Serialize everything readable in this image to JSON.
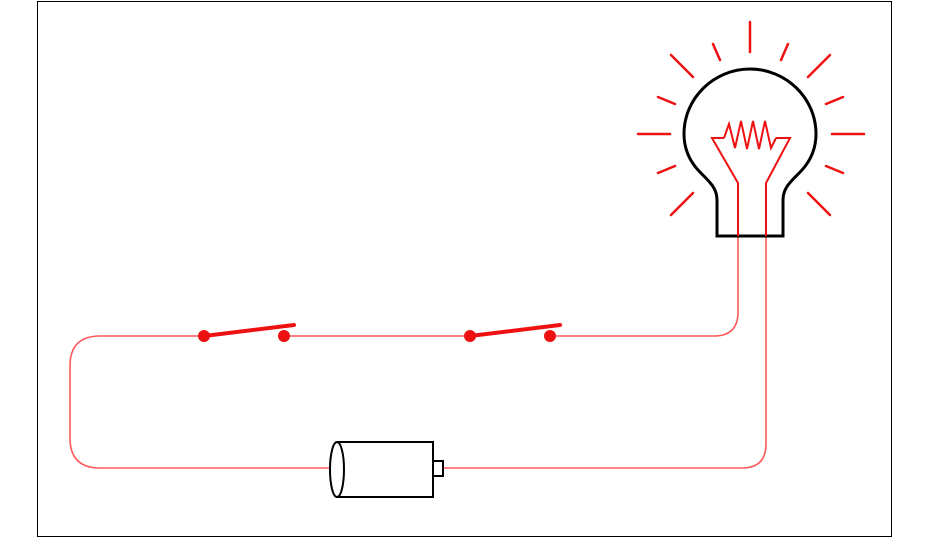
{
  "colors": {
    "background": "#ffffff",
    "frame": "#000000",
    "wire": "#ff5a5a",
    "switch": "#ee1111",
    "bulb_outline": "#000000",
    "filament": "#ee1111",
    "rays": "#ee1111",
    "battery": "#000000"
  },
  "diagram": {
    "components": [
      {
        "name": "light-bulb",
        "kind": "bulb",
        "state": "lit"
      },
      {
        "name": "switch-1",
        "kind": "switch",
        "state": "closed"
      },
      {
        "name": "switch-2",
        "kind": "switch",
        "state": "closed"
      },
      {
        "name": "battery",
        "kind": "battery"
      }
    ],
    "circuit": "series"
  }
}
